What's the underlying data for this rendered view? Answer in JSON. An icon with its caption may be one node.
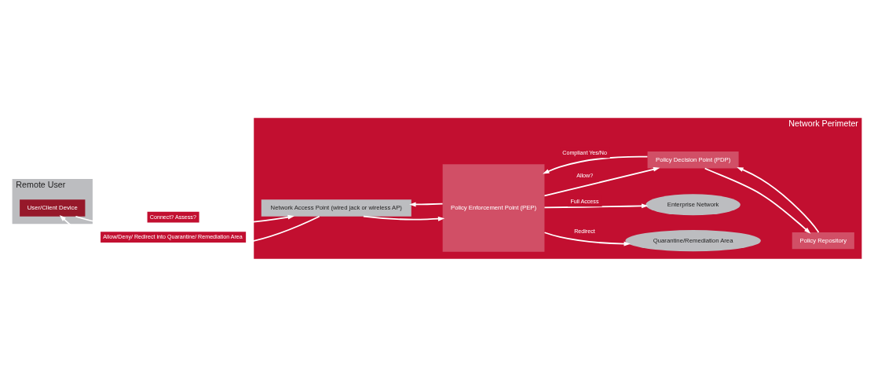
{
  "diagram": {
    "nodes": [
      {
        "text": [
          "Remote User"
        ]
      },
      {
        "text": [
          "User/Client Device"
        ],
        "in": 0
      },
      {
        "text": [
          "Network Perimeter"
        ]
      },
      {
        "text": [
          "Policy Enforcement Point (PEP)"
        ],
        "in": 2
      },
      {
        "text": [
          "Quarantine/Remediation Area"
        ],
        "in": 2
      },
      {
        "text": [
          "Enterprise Network"
        ],
        "in": 2
      },
      {
        "text": [
          "Network Access Point (wired jack or wireless AP)"
        ],
        "in": 2
      },
      {
        "text": [
          "Policy Decision Point (PDP)"
        ],
        "in": 2
      },
      {
        "text": [
          "Policy Repository"
        ],
        "in": 2
      }
    ],
    "edges": [
      {
        "from": 1,
        "to": 6,
        "arrow": "to",
        "label": "Connect? Assess?"
      },
      {
        "from": 6,
        "to": 1,
        "arrow": "to",
        "label": "Allow/Deny/ Redirect into Quarantine/ Remediation Area"
      },
      {
        "from": 3,
        "to": 6,
        "arrow": "to"
      },
      {
        "from": 6,
        "to": 3,
        "arrow": "to"
      },
      {
        "from": 3,
        "to": 4,
        "arrow": "to",
        "label": "Redirect"
      },
      {
        "from": 3,
        "to": 5,
        "arrow": "to",
        "label": "Full Access"
      },
      {
        "from": 3,
        "to": 7,
        "arrow": "to",
        "label": "Allow?"
      },
      {
        "from": 7,
        "to": 3,
        "arrow": "to",
        "label": "Compliant Yes/No"
      },
      {
        "from": 7,
        "to": 8,
        "arrow": "to"
      },
      {
        "from": 8,
        "to": 7,
        "arrow": "to"
      }
    ]
  }
}
